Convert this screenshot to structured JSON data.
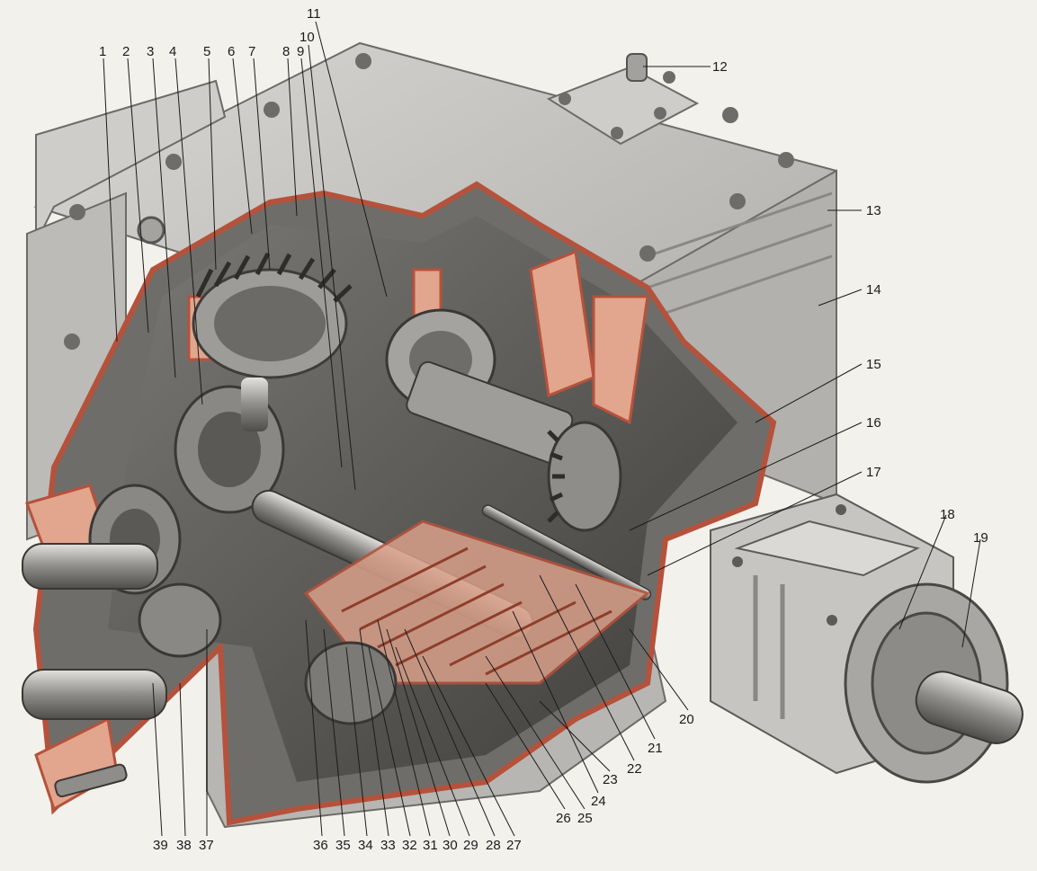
{
  "colors": {
    "paper": "#f3f1ec",
    "housing": "#c9c7c3",
    "housing_dark": "#8e8c89",
    "housing_light": "#dedcd8",
    "section_cut": "#e2a58d",
    "section_outline": "#b5523c",
    "steel": "#9c9a97",
    "shadow": "#55534f",
    "ink": "#1b1b1b"
  },
  "callouts": {
    "c1": "1",
    "c2": "2",
    "c3": "3",
    "c4": "4",
    "c5": "5",
    "c6": "6",
    "c7": "7",
    "c8": "8",
    "c9": "9",
    "c10": "10",
    "c11": "11",
    "c12": "12",
    "c13": "13",
    "c14": "14",
    "c15": "15",
    "c16": "16",
    "c17": "17",
    "c18": "18",
    "c19": "19",
    "c20": "20",
    "c21": "21",
    "c22": "22",
    "c23": "23",
    "c24": "24",
    "c25": "25",
    "c26": "26",
    "c27": "27",
    "c28": "28",
    "c29": "29",
    "c30": "30",
    "c31": "31",
    "c32": "32",
    "c33": "33",
    "c34": "34",
    "c35": "35",
    "c36": "36",
    "c37": "37",
    "c38": "38",
    "c39": "39"
  }
}
